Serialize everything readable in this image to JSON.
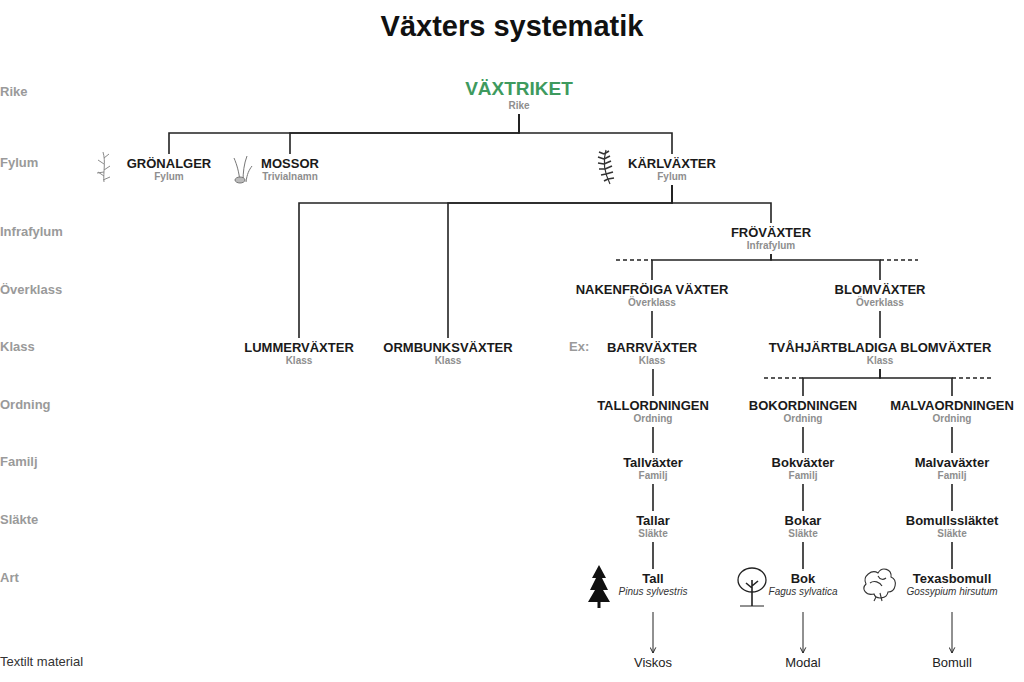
{
  "diagram": {
    "title": "Växters systematik",
    "nodes": [
      {
        "text": [
          "VÄXTRIKET",
          "Rike"
        ]
      },
      {
        "text": [
          "GRÖNALGER",
          "Fylum"
        ]
      },
      {
        "text": [
          "MOSSOR",
          "Trivialnamn"
        ]
      },
      {
        "text": [
          "KÄRLVÄXTER",
          "Fylum"
        ]
      },
      {
        "text": [
          "FRÖVÄXTER",
          "Infrafylum"
        ]
      },
      {
        "text": [
          "NAKENFRÖIGA VÄXTER",
          "Överklass"
        ]
      },
      {
        "text": [
          "BLOMVÄXTER",
          "Överklass"
        ]
      },
      {
        "text": [
          "LUMMERVÄXTER",
          "Klass"
        ]
      },
      {
        "text": [
          "ORMBUNKSVÄXTER",
          "Klass"
        ]
      },
      {
        "text": [
          "BARRVÄXTER",
          "Klass"
        ]
      },
      {
        "text": [
          "TVÅHJÄRTBLADIGA BLOMVÄXTER",
          "Klass"
        ]
      },
      {
        "text": [
          "TALLORDNINGEN",
          "Ordning"
        ]
      },
      {
        "text": [
          "BOKORDNINGEN",
          "Ordning"
        ]
      },
      {
        "text": [
          "MALVAORDNINGEN",
          "Ordning"
        ]
      },
      {
        "text": [
          "Tallväxter",
          "Familj"
        ]
      },
      {
        "text": [
          "Bokväxter",
          "Familj"
        ]
      },
      {
        "text": [
          "Malvaväxter",
          "Familj"
        ]
      },
      {
        "text": [
          "Tallar",
          "Släkte"
        ]
      },
      {
        "text": [
          "Bokar",
          "Släkte"
        ]
      },
      {
        "text": [
          "Bomullssläktet",
          "Släkte"
        ]
      },
      {
        "text": [
          "Tall",
          "Pinus sylvestris"
        ]
      },
      {
        "text": [
          "Bok",
          "Fagus sylvatica"
        ]
      },
      {
        "text": [
          "Texasbomull",
          "Gossypium hirsutum"
        ]
      },
      {
        "text": [
          "Viskos"
        ]
      },
      {
        "text": [
          "Modal"
        ]
      },
      {
        "text": [
          "Bomull"
        ]
      }
    ],
    "edges": [
      {
        "from": 0,
        "to": 1,
        "arrow": "none"
      },
      {
        "from": 0,
        "to": 2,
        "arrow": "none"
      },
      {
        "from": 0,
        "to": 3,
        "arrow": "none"
      },
      {
        "from": 3,
        "to": 7,
        "arrow": "none"
      },
      {
        "from": 3,
        "to": 8,
        "arrow": "none"
      },
      {
        "from": 3,
        "to": 4,
        "arrow": "none"
      },
      {
        "from": 4,
        "to": 5,
        "arrow": "none"
      },
      {
        "from": 4,
        "to": 6,
        "arrow": "none"
      },
      {
        "from": 5,
        "to": 9,
        "arrow": "none"
      },
      {
        "from": 6,
        "to": 10,
        "arrow": "none"
      },
      {
        "from": 9,
        "to": 11,
        "arrow": "none"
      },
      {
        "from": 10,
        "to": 12,
        "arrow": "none"
      },
      {
        "from": 10,
        "to": 13,
        "arrow": "none"
      },
      {
        "from": 11,
        "to": 14,
        "arrow": "none"
      },
      {
        "from": 12,
        "to": 15,
        "arrow": "none"
      },
      {
        "from": 13,
        "to": 16,
        "arrow": "none"
      },
      {
        "from": 14,
        "to": 17,
        "arrow": "none"
      },
      {
        "from": 15,
        "to": 18,
        "arrow": "none"
      },
      {
        "from": 16,
        "to": 19,
        "arrow": "none"
      },
      {
        "from": 17,
        "to": 20,
        "arrow": "none"
      },
      {
        "from": 18,
        "to": 21,
        "arrow": "none"
      },
      {
        "from": 19,
        "to": 22,
        "arrow": "none"
      },
      {
        "from": 20,
        "to": 23,
        "arrow": "to"
      },
      {
        "from": 21,
        "to": 24,
        "arrow": "to"
      },
      {
        "from": 22,
        "to": 25,
        "arrow": "to"
      }
    ],
    "labels": [
      "Rike",
      "Fylum",
      "Infrafylum",
      "Överklass",
      "Klass",
      "Ordning",
      "Familj",
      "Släkte",
      "Art",
      "Textilt material",
      "Ex:"
    ]
  }
}
